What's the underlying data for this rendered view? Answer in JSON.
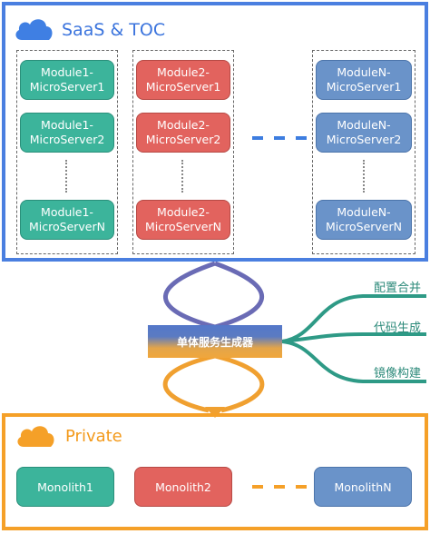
{
  "saas": {
    "title": "SaaS & TOC",
    "columns": [
      {
        "items": [
          "Module1-\nMicroServer1",
          "Module1-\nMicroServer2",
          "Module1-\nMicroServerN"
        ]
      },
      {
        "items": [
          "Module2-\nMicroServer1",
          "Module2-\nMicroServer2",
          "Module2-\nMicroServerN"
        ]
      },
      {
        "items": [
          "ModuleN-\nMicroServer1",
          "ModuleN-\nMicroServer2",
          "ModuleN-\nMicroServerN"
        ]
      }
    ]
  },
  "generator": {
    "label": "单体服务生成器",
    "outputs": [
      "配置合并",
      "代码生成",
      "镜像构建"
    ]
  },
  "private": {
    "title": "Private",
    "monoliths": [
      "Monolith1",
      "Monolith2",
      "MonolithN"
    ]
  },
  "colors": {
    "saas_accent": "#4a7fe0",
    "private_accent": "#f5a028",
    "teal": "#3cb49b",
    "red": "#e2635e",
    "blue": "#6a93c9",
    "branch_green": "#2e9a86"
  },
  "icons": {
    "saas": "cloud-icon",
    "private": "cloud-icon"
  }
}
